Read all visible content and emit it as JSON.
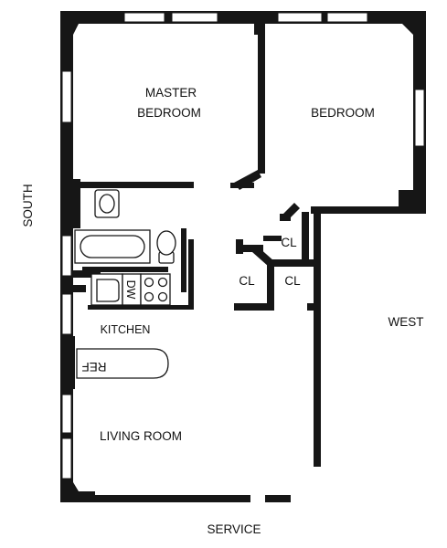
{
  "compass": {
    "south": "SOUTH",
    "west": "WEST",
    "service": "SERVICE"
  },
  "rooms": {
    "master_bedroom_line1": "MASTER",
    "master_bedroom_line2": "BEDROOM",
    "bedroom": "BEDROOM",
    "kitchen": "KITCHEN",
    "living_room": "LIVING ROOM",
    "closet_top": "CL",
    "closet_left": "CL",
    "closet_right": "CL"
  },
  "fixtures": {
    "dishwasher": "DW",
    "refrigerator": "REF"
  },
  "colors": {
    "wall": "#161616",
    "background": "#ffffff"
  }
}
